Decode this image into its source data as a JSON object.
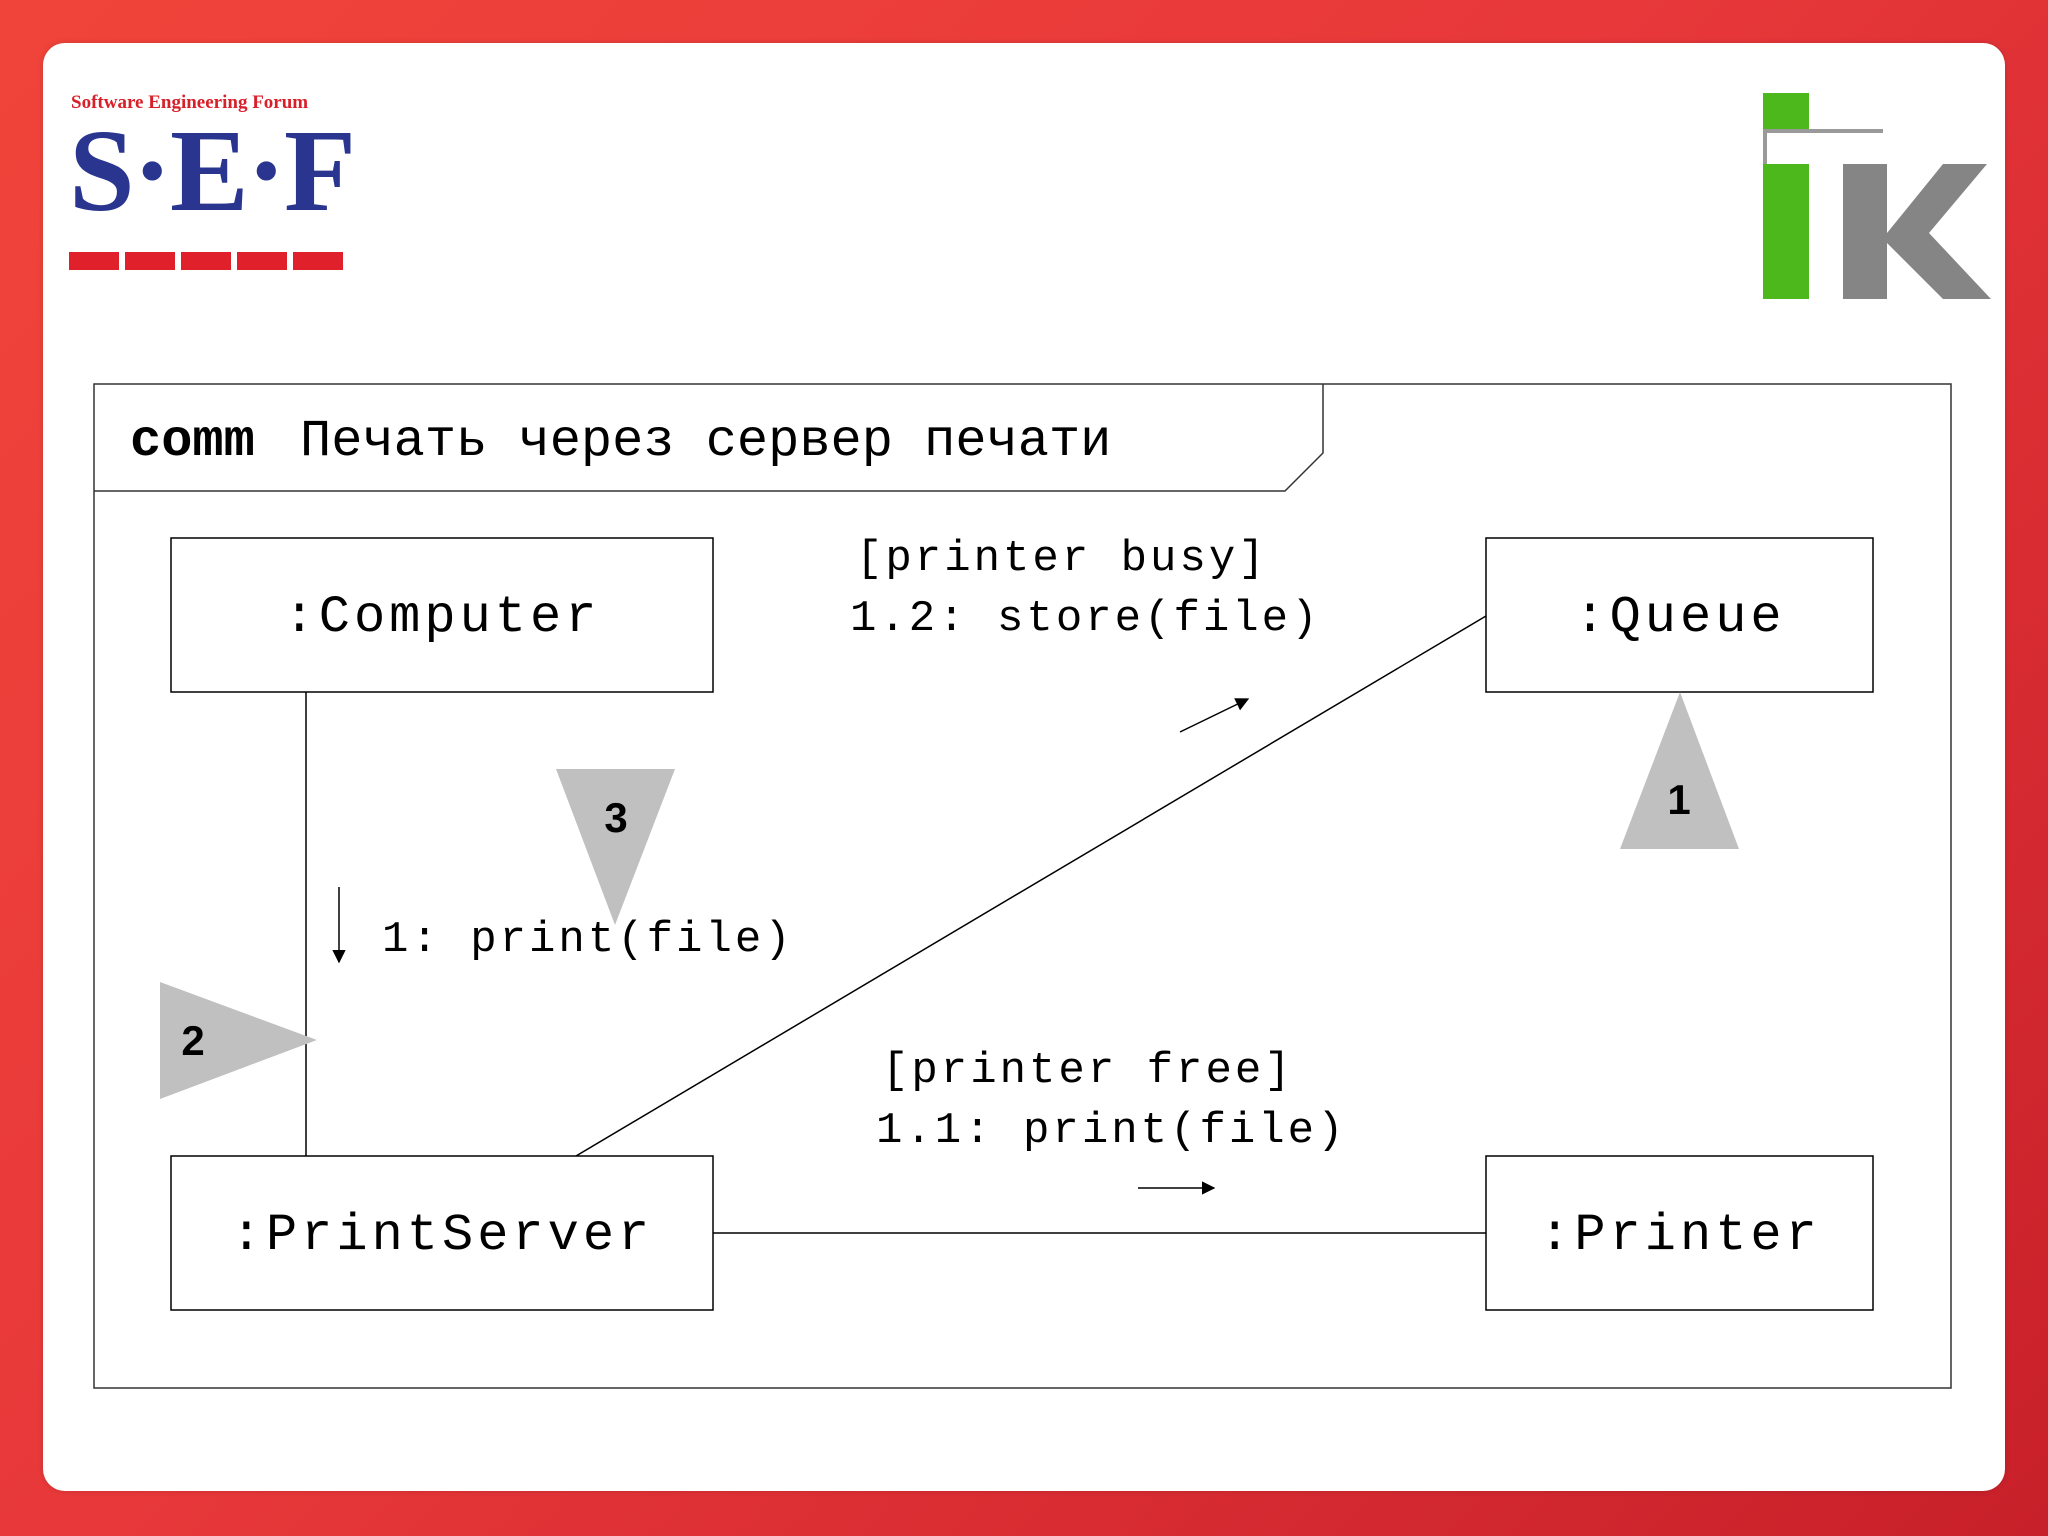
{
  "logos": {
    "sef": {
      "top_text": "Software Engineering Forum",
      "main_text": "S·E·F"
    },
    "ik": {
      "text": "iK"
    }
  },
  "frame": {
    "keyword": "comm",
    "title": "Печать через сервер печати"
  },
  "objects": {
    "computer": ":Computer",
    "queue": ":Queue",
    "printserver": ":PrintServer",
    "printer": ":Printer"
  },
  "messages": {
    "print": "1: print(file)",
    "store_guard": "[printer busy]",
    "store": "1.2: store(file)",
    "print_guard": "[printer free]",
    "print_printer": "1.1: print(file)"
  },
  "markers": {
    "m1": "1",
    "m2": "2",
    "m3": "3"
  },
  "colors": {
    "border": "#e8383a",
    "sef_blue": "#2a3590",
    "sef_red": "#e0202a",
    "ik_green": "#4cb81c",
    "ik_gray": "#858585",
    "marker_gray": "#c0c0c0"
  }
}
